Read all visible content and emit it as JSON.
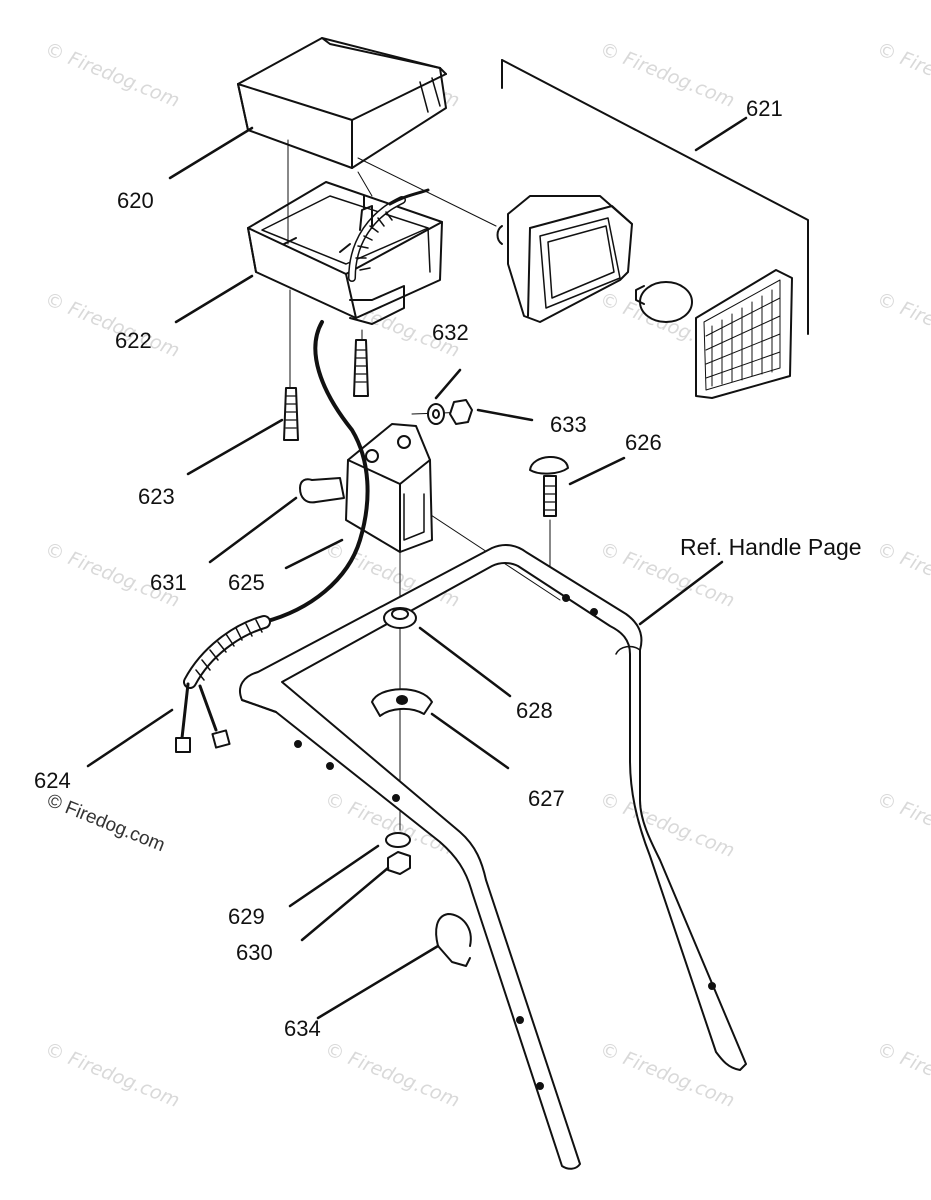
{
  "labels": {
    "p620": "620",
    "p621": "621",
    "p622": "622",
    "p623": "623",
    "p624": "624",
    "p625": "625",
    "p626": "626",
    "p627": "627",
    "p628": "628",
    "p629": "629",
    "p630": "630",
    "p631": "631",
    "p632": "632",
    "p633": "633",
    "p634": "634",
    "ref_handle": "Ref. Handle Page"
  },
  "watermark": {
    "text": "© Firedog.com",
    "short": "© Fire"
  },
  "colors": {
    "line": "#111111",
    "watermark": "#d9d9d9",
    "background": "#ffffff"
  }
}
